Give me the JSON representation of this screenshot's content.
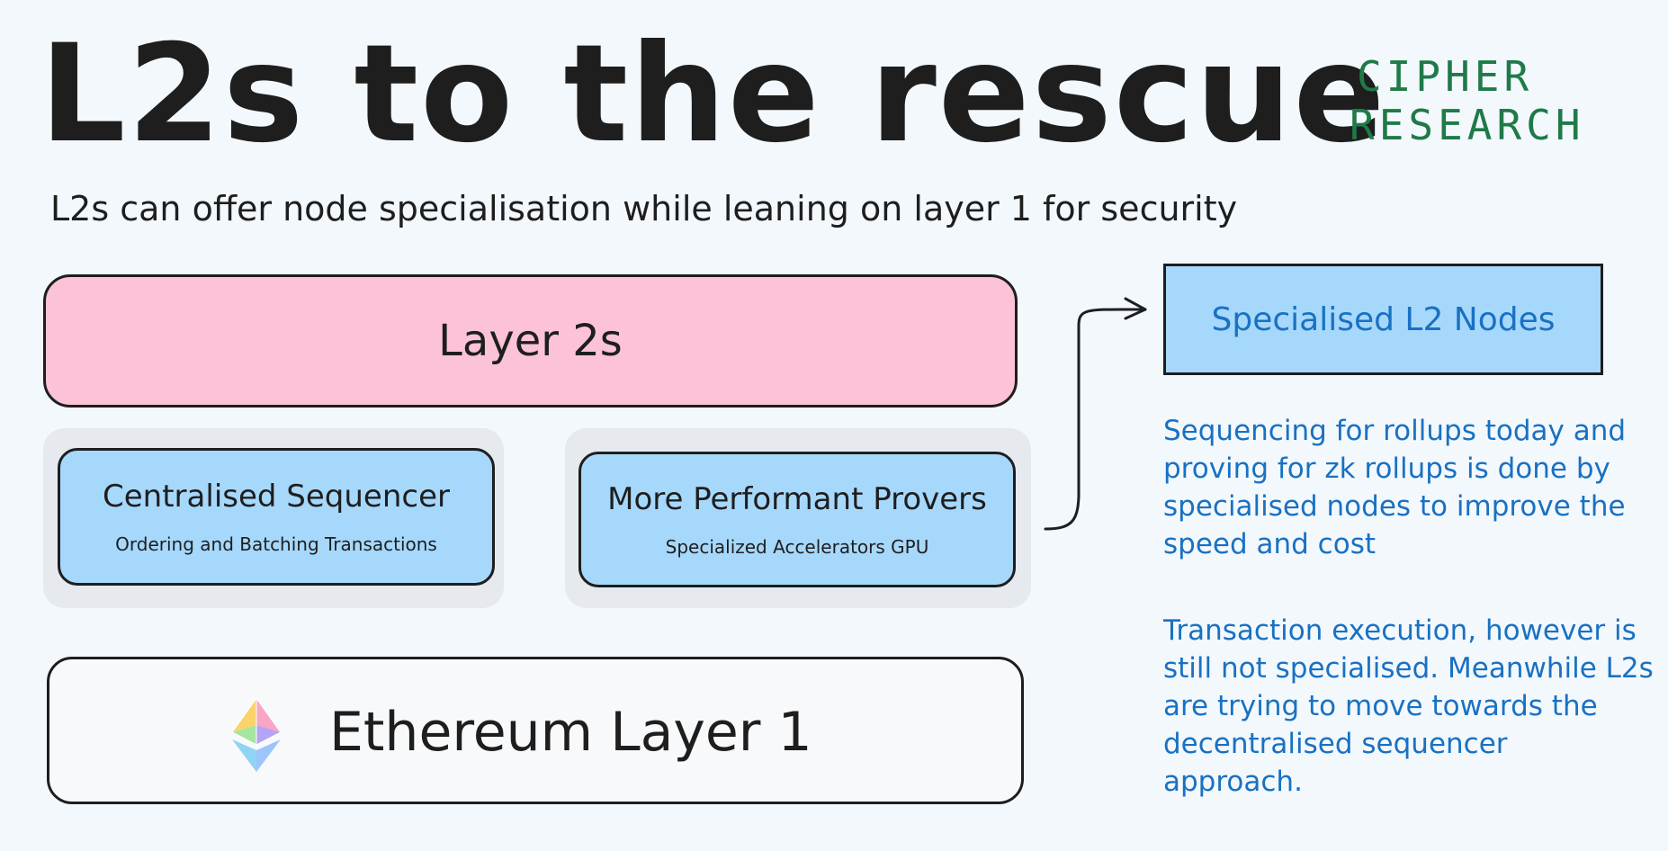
{
  "title": "L2s to the rescue",
  "brand": {
    "line1": "CIPHER",
    "line2": "RESEARCH"
  },
  "subtitle": "L2s can offer node specialisation while leaning on layer 1 for security",
  "layer2": {
    "label": "Layer 2s"
  },
  "sequencer": {
    "label": "Centralised Sequencer",
    "sub": "Ordering and Batching Transactions"
  },
  "provers": {
    "label": "More Performant Provers",
    "sub": "Specialized Accelerators GPU"
  },
  "ethereum": {
    "label": "Ethereum Layer 1",
    "icon": "ethereum-logo-icon"
  },
  "specialised_nodes": {
    "label": "Specialised L2 Nodes"
  },
  "notes": [
    "Sequencing for rollups today and proving for zk rollups is done by specialised nodes to improve the speed and cost",
    "Transaction execution, however is still not specialised. Meanwhile L2s are trying to move towards the decentralised sequencer approach."
  ],
  "colors": {
    "background": "#f3f8fd",
    "layer2_fill": "#fbc2d8",
    "node_fill": "#a6d8fc",
    "group_fill": "#e6e9ed",
    "note_text": "#1971c2",
    "brand": "#1f7a48",
    "stroke": "#1e1e1e"
  }
}
